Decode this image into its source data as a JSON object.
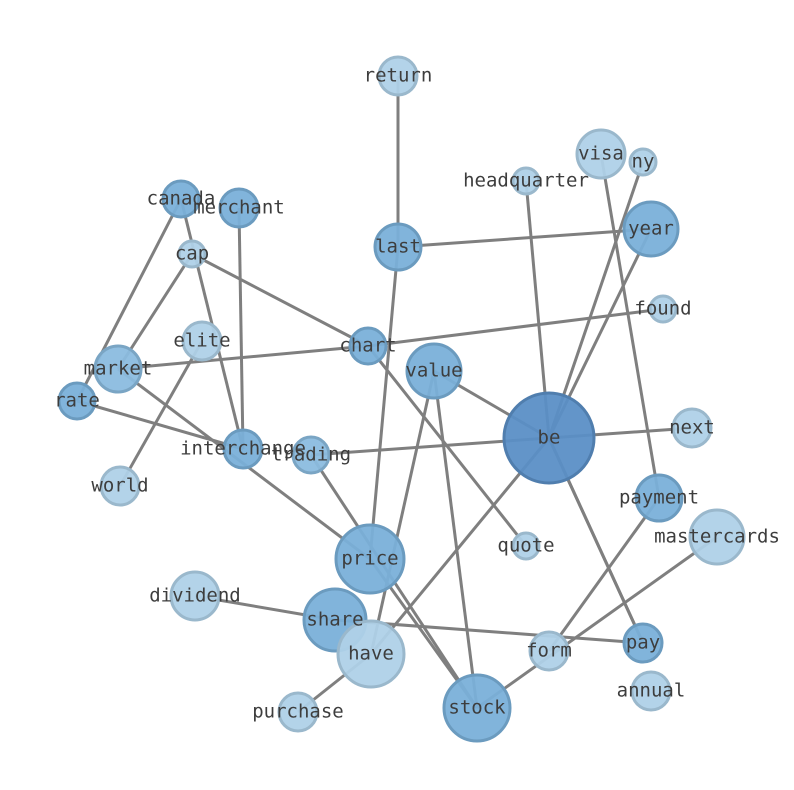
{
  "colors": {
    "edge": "#7f7f7f",
    "label": "#3d3d3d",
    "node_dark": "#5b8fc6",
    "node_mid": "#7ab0d9",
    "node_mid2": "#8bbcdf",
    "node_light": "#afd1e8"
  },
  "nodes": [
    {
      "id": "be",
      "label": "be"
    },
    {
      "id": "price",
      "label": "price"
    },
    {
      "id": "stock",
      "label": "stock"
    },
    {
      "id": "share",
      "label": "share"
    },
    {
      "id": "have",
      "label": "have"
    },
    {
      "id": "value",
      "label": "value"
    },
    {
      "id": "year",
      "label": "year"
    },
    {
      "id": "last",
      "label": "last"
    },
    {
      "id": "payment",
      "label": "payment"
    },
    {
      "id": "market",
      "label": "market"
    },
    {
      "id": "interchange",
      "label": "interchange"
    },
    {
      "id": "chart",
      "label": "chart"
    },
    {
      "id": "trading",
      "label": "trading"
    },
    {
      "id": "pay",
      "label": "pay"
    },
    {
      "id": "rate",
      "label": "rate"
    },
    {
      "id": "merchant",
      "label": "merchant"
    },
    {
      "id": "canada",
      "label": "canada"
    },
    {
      "id": "visa",
      "label": "visa"
    },
    {
      "id": "mastercards",
      "label": "mastercards"
    },
    {
      "id": "dividend",
      "label": "dividend"
    },
    {
      "id": "next",
      "label": "next"
    },
    {
      "id": "return",
      "label": "return"
    },
    {
      "id": "form",
      "label": "form"
    },
    {
      "id": "annual",
      "label": "annual"
    },
    {
      "id": "purchase",
      "label": "purchase"
    },
    {
      "id": "world",
      "label": "world"
    },
    {
      "id": "elite",
      "label": "elite"
    },
    {
      "id": "found",
      "label": "found"
    },
    {
      "id": "cap",
      "label": "cap"
    },
    {
      "id": "headquarter",
      "label": "headquarter"
    },
    {
      "id": "ny",
      "label": "ny"
    },
    {
      "id": "quote",
      "label": "quote"
    }
  ],
  "edges": [
    [
      "return",
      "last"
    ],
    [
      "last",
      "year"
    ],
    [
      "last",
      "price"
    ],
    [
      "headquarter",
      "be"
    ],
    [
      "be",
      "ny"
    ],
    [
      "be",
      "year"
    ],
    [
      "be",
      "next"
    ],
    [
      "be",
      "value"
    ],
    [
      "be",
      "trading"
    ],
    [
      "be",
      "have"
    ],
    [
      "be",
      "pay"
    ],
    [
      "visa",
      "payment"
    ],
    [
      "payment",
      "form"
    ],
    [
      "mastercards",
      "stock"
    ],
    [
      "found",
      "chart"
    ],
    [
      "chart",
      "market"
    ],
    [
      "chart",
      "quote"
    ],
    [
      "cap",
      "chart"
    ],
    [
      "cap",
      "market"
    ],
    [
      "canada",
      "rate"
    ],
    [
      "canada",
      "interchange"
    ],
    [
      "merchant",
      "interchange"
    ],
    [
      "rate",
      "interchange"
    ],
    [
      "market",
      "price"
    ],
    [
      "elite",
      "world"
    ],
    [
      "value",
      "have"
    ],
    [
      "value",
      "stock"
    ],
    [
      "trading",
      "stock"
    ],
    [
      "price",
      "stock"
    ],
    [
      "dividend",
      "share"
    ],
    [
      "share",
      "pay"
    ],
    [
      "pay",
      "be"
    ],
    [
      "have",
      "purchase"
    ]
  ]
}
